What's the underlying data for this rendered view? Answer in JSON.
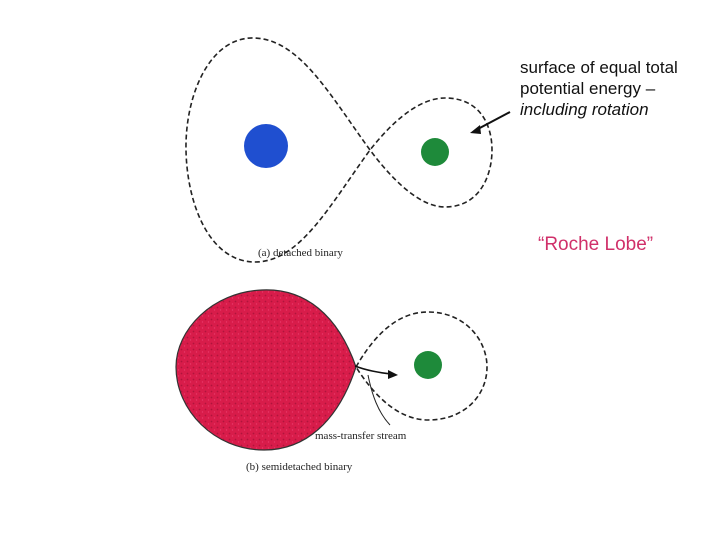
{
  "annotation": {
    "line1": "surface of equal total",
    "line2": "potential energy  –",
    "line3": "including  rotation"
  },
  "roche_label": "“Roche Lobe”",
  "diagram_a": {
    "caption": "(a)  detached binary"
  },
  "diagram_b": {
    "caption": "(b)  semidetached binary",
    "stream_label": "mass-transfer stream"
  },
  "colors": {
    "primary_star": "#1f4fd0",
    "companion_star": "#1e8a3a",
    "lobe_fill": "#d81c4a",
    "roche_label": "#d0306a",
    "ink": "#222222"
  }
}
